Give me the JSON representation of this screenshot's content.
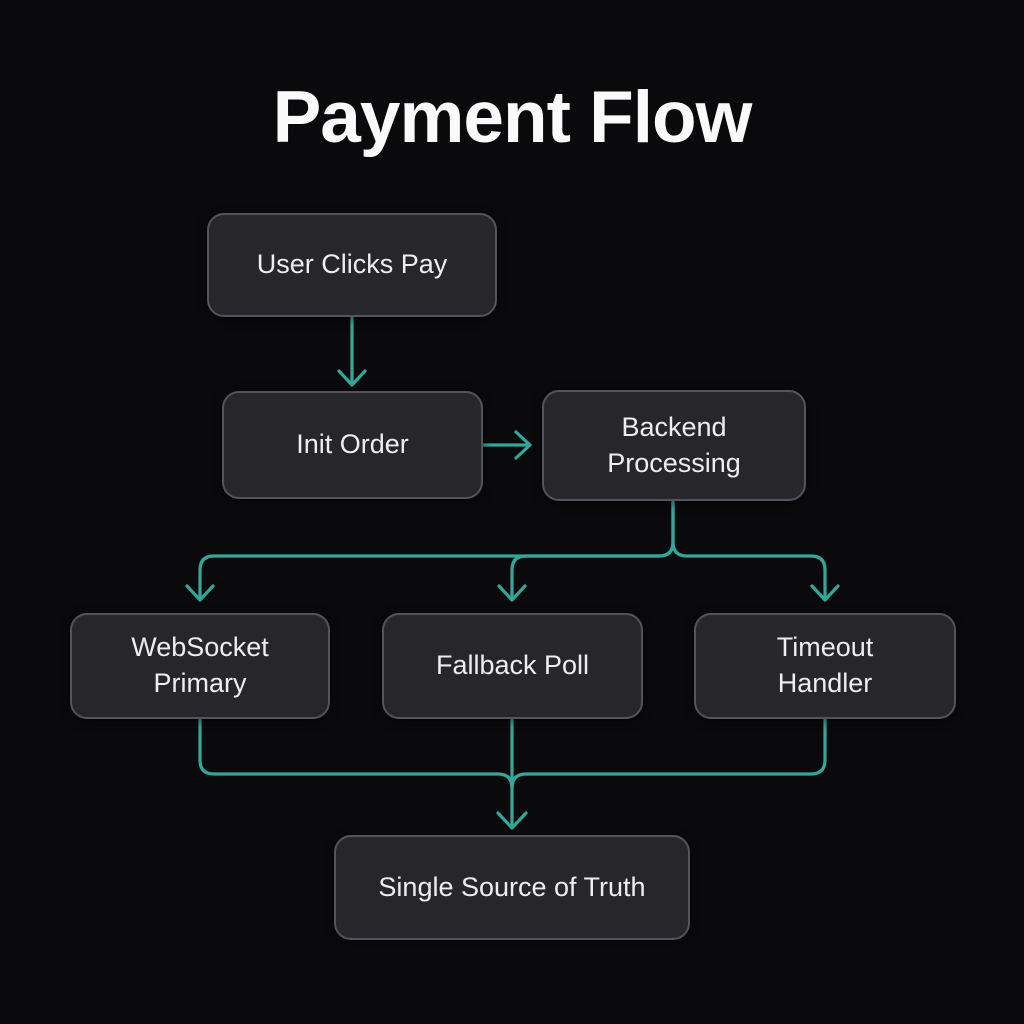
{
  "title": "Payment Flow",
  "diagram": {
    "type": "flowchart",
    "nodes": [
      {
        "id": "user-clicks-pay",
        "label": "User Clicks Pay"
      },
      {
        "id": "init-order",
        "label": "Init Order"
      },
      {
        "id": "backend-processing",
        "label": "Backend Processing"
      },
      {
        "id": "websocket-primary",
        "label": "WebSocket Primary"
      },
      {
        "id": "fallback-poll",
        "label": "Fallback Poll"
      },
      {
        "id": "timeout-handler",
        "label": "Timeout Handler"
      },
      {
        "id": "single-source-of-truth",
        "label": "Single Source of Truth"
      }
    ],
    "edges": [
      {
        "from": "user-clicks-pay",
        "to": "init-order"
      },
      {
        "from": "init-order",
        "to": "backend-processing"
      },
      {
        "from": "backend-processing",
        "to": "websocket-primary"
      },
      {
        "from": "backend-processing",
        "to": "fallback-poll"
      },
      {
        "from": "backend-processing",
        "to": "timeout-handler"
      },
      {
        "from": "websocket-primary",
        "to": "single-source-of-truth"
      },
      {
        "from": "fallback-poll",
        "to": "single-source-of-truth"
      },
      {
        "from": "timeout-handler",
        "to": "single-source-of-truth"
      }
    ]
  },
  "colors": {
    "background": "#0a0a0c",
    "node_fill": "#27272b",
    "node_border": "#54545c",
    "node_text": "#eeeef0",
    "title_text": "#fafafa",
    "connector": "#33a79a"
  }
}
